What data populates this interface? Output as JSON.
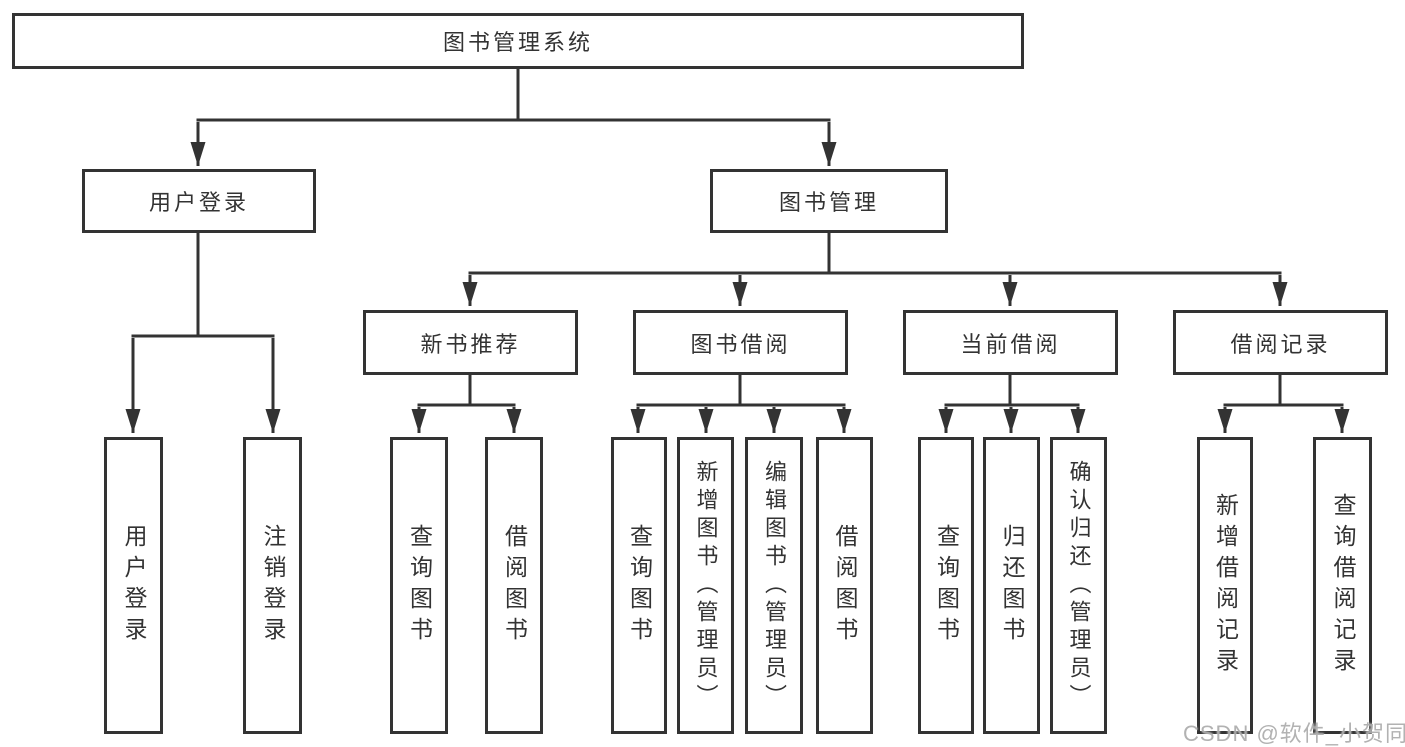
{
  "diagram": {
    "title": "图书管理系统",
    "level2": [
      {
        "label": "用户登录"
      },
      {
        "label": "图书管理"
      }
    ],
    "level3": [
      {
        "label": "新书推荐",
        "parent": "图书管理"
      },
      {
        "label": "图书借阅",
        "parent": "图书管理"
      },
      {
        "label": "当前借阅",
        "parent": "图书管理"
      },
      {
        "label": "借阅记录",
        "parent": "图书管理"
      }
    ],
    "leaves": [
      {
        "label": "用户登录",
        "parent": "用户登录"
      },
      {
        "label": "注销登录",
        "parent": "用户登录"
      },
      {
        "label": "查询图书",
        "parent": "新书推荐"
      },
      {
        "label": "借阅图书",
        "parent": "新书推荐"
      },
      {
        "label": "查询图书",
        "parent": "图书借阅"
      },
      {
        "label": "新增图书（管理员）",
        "parent": "图书借阅"
      },
      {
        "label": "编辑图书（管理员）",
        "parent": "图书借阅"
      },
      {
        "label": "借阅图书",
        "parent": "图书借阅"
      },
      {
        "label": "查询图书",
        "parent": "当前借阅"
      },
      {
        "label": "归还图书",
        "parent": "当前借阅"
      },
      {
        "label": "确认归还（管理员）",
        "parent": "当前借阅"
      },
      {
        "label": "新增借阅记录",
        "parent": "借阅记录"
      },
      {
        "label": "查询借阅记录",
        "parent": "借阅记录"
      }
    ],
    "watermark": "CSDN @软件_小贺同学",
    "colors": {
      "line": "#333333",
      "text": "#333333",
      "watermark": "#a5a5a5",
      "background": "#ffffff"
    }
  }
}
